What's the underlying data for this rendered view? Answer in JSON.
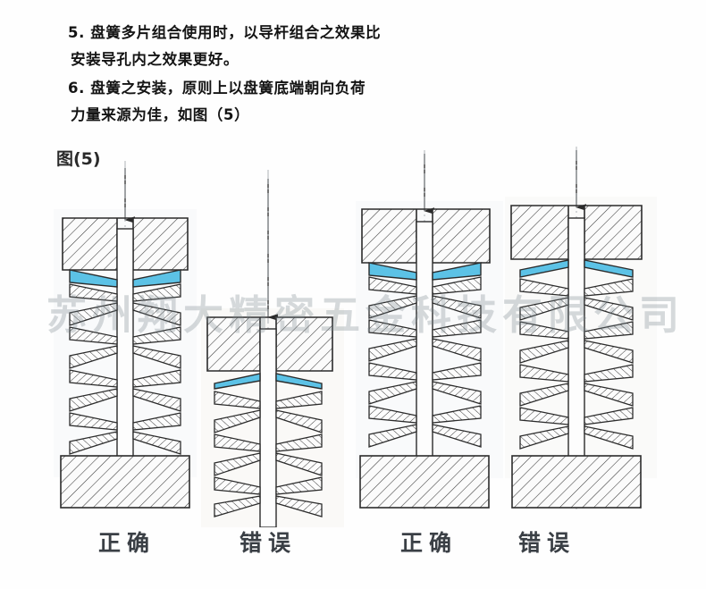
{
  "document": {
    "paragraphs": [
      {
        "lines": [
          "5. 盘簧多片组合使用时，以导杆组合之效果比",
          "安装导孔内之效果更好。"
        ]
      },
      {
        "lines": [
          "6. 盘簧之安装，原则上以盘簧底端朝向负荷",
          "力量来源为佳，如图（5）"
        ]
      }
    ]
  },
  "figure": {
    "label": "图(5)",
    "watermark": "苏州翔大精密五金科技有限公司",
    "captions": [
      "正确",
      "错误",
      "正确",
      "错误"
    ],
    "colors": {
      "disc_spring_blue": "#5CC2E6",
      "disc_spring_blue_dark": "#3BA8D0",
      "outline": "#2b2b2b",
      "hatch": "#3a3a3a",
      "body_fill": "#fbfbfb",
      "paper": "#fefefe",
      "watermark": "rgba(120,132,140,0.30)"
    },
    "panels": [
      {
        "id": "panel-1",
        "caption": "正确",
        "assembly_type": "guide-rod",
        "arrow": "down",
        "blue_spring_position": "top",
        "blue_spring_orientation": "thick-outer",
        "top_block_bore": true,
        "spring_pairs": 7
      },
      {
        "id": "panel-2",
        "caption": "错误",
        "assembly_type": "guide-rod",
        "arrow": "down",
        "blue_spring_position": "bottom",
        "blue_spring_orientation": "thick-inner",
        "top_block_bore": true,
        "spring_pairs": 6
      },
      {
        "id": "panel-3",
        "caption": "正确",
        "assembly_type": "guide-hole",
        "arrow": "down",
        "blue_spring_position": "top",
        "blue_spring_orientation": "thick-outer",
        "top_block_bore": true,
        "spring_pairs": 7
      },
      {
        "id": "panel-4",
        "caption": "错误",
        "assembly_type": "guide-hole",
        "arrow": "down",
        "blue_spring_position": "top",
        "blue_spring_orientation": "thick-inner",
        "top_block_bore": true,
        "spring_pairs": 7
      }
    ]
  }
}
